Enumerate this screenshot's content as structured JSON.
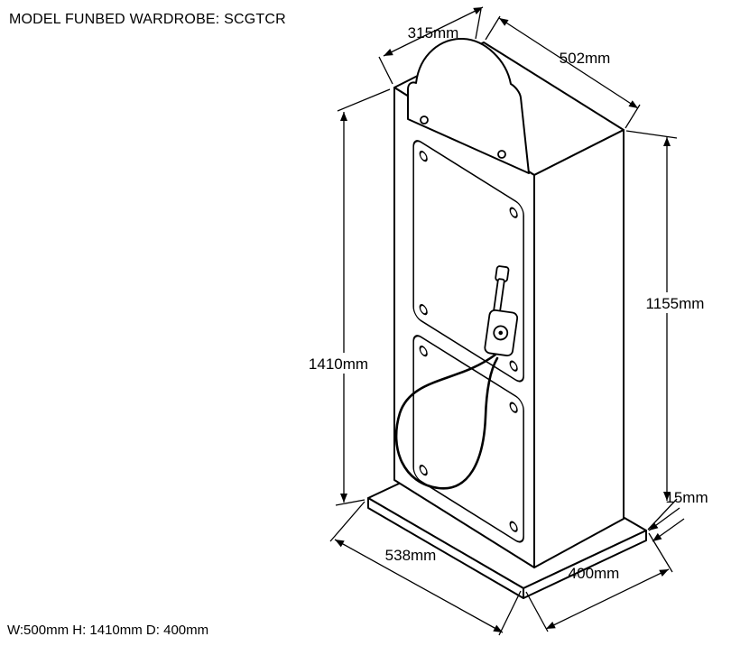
{
  "header": {
    "title": "MODEL FUNBED WARDROBE: SCGTCR"
  },
  "footer": {
    "summary": "W:500mm H: 1410mm D: 400mm"
  },
  "drawing": {
    "description": "Isometric technical line drawing of a funbed wardrobe with dimension annotations",
    "labels": {
      "dim_top_left": "315mm",
      "dim_top_right": "502mm",
      "dim_right_height": "1155mm",
      "dim_left_height": "1410mm",
      "dim_base_thickness": "15mm",
      "dim_base_front": "538mm",
      "dim_base_side": "400mm"
    },
    "colors": {
      "line": "#000000",
      "background": "#ffffff"
    }
  }
}
